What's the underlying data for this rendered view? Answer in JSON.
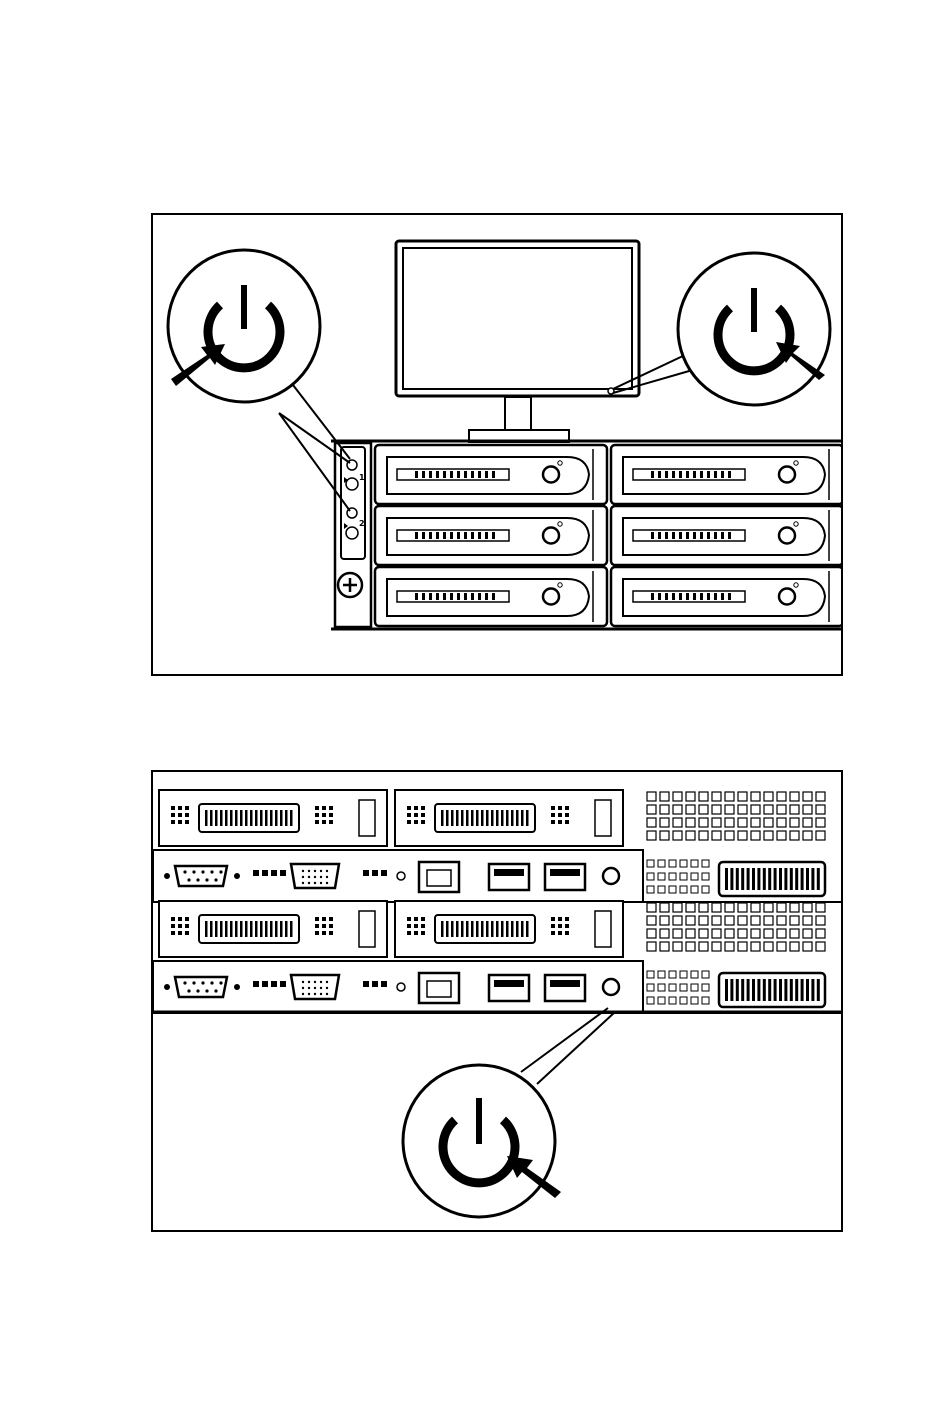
{
  "figures": [
    {
      "id": "front",
      "callouts": [
        {
          "icon": "power-icon"
        },
        {
          "icon": "power-icon"
        }
      ],
      "control_panel_labels": [
        "1",
        "2"
      ],
      "drive_bays": {
        "rows": 3,
        "columns": 2
      }
    },
    {
      "id": "rear",
      "callouts": [
        {
          "icon": "power-icon"
        }
      ],
      "nodes": 2
    }
  ],
  "colors": {
    "line": "#000000",
    "background": "#ffffff"
  }
}
